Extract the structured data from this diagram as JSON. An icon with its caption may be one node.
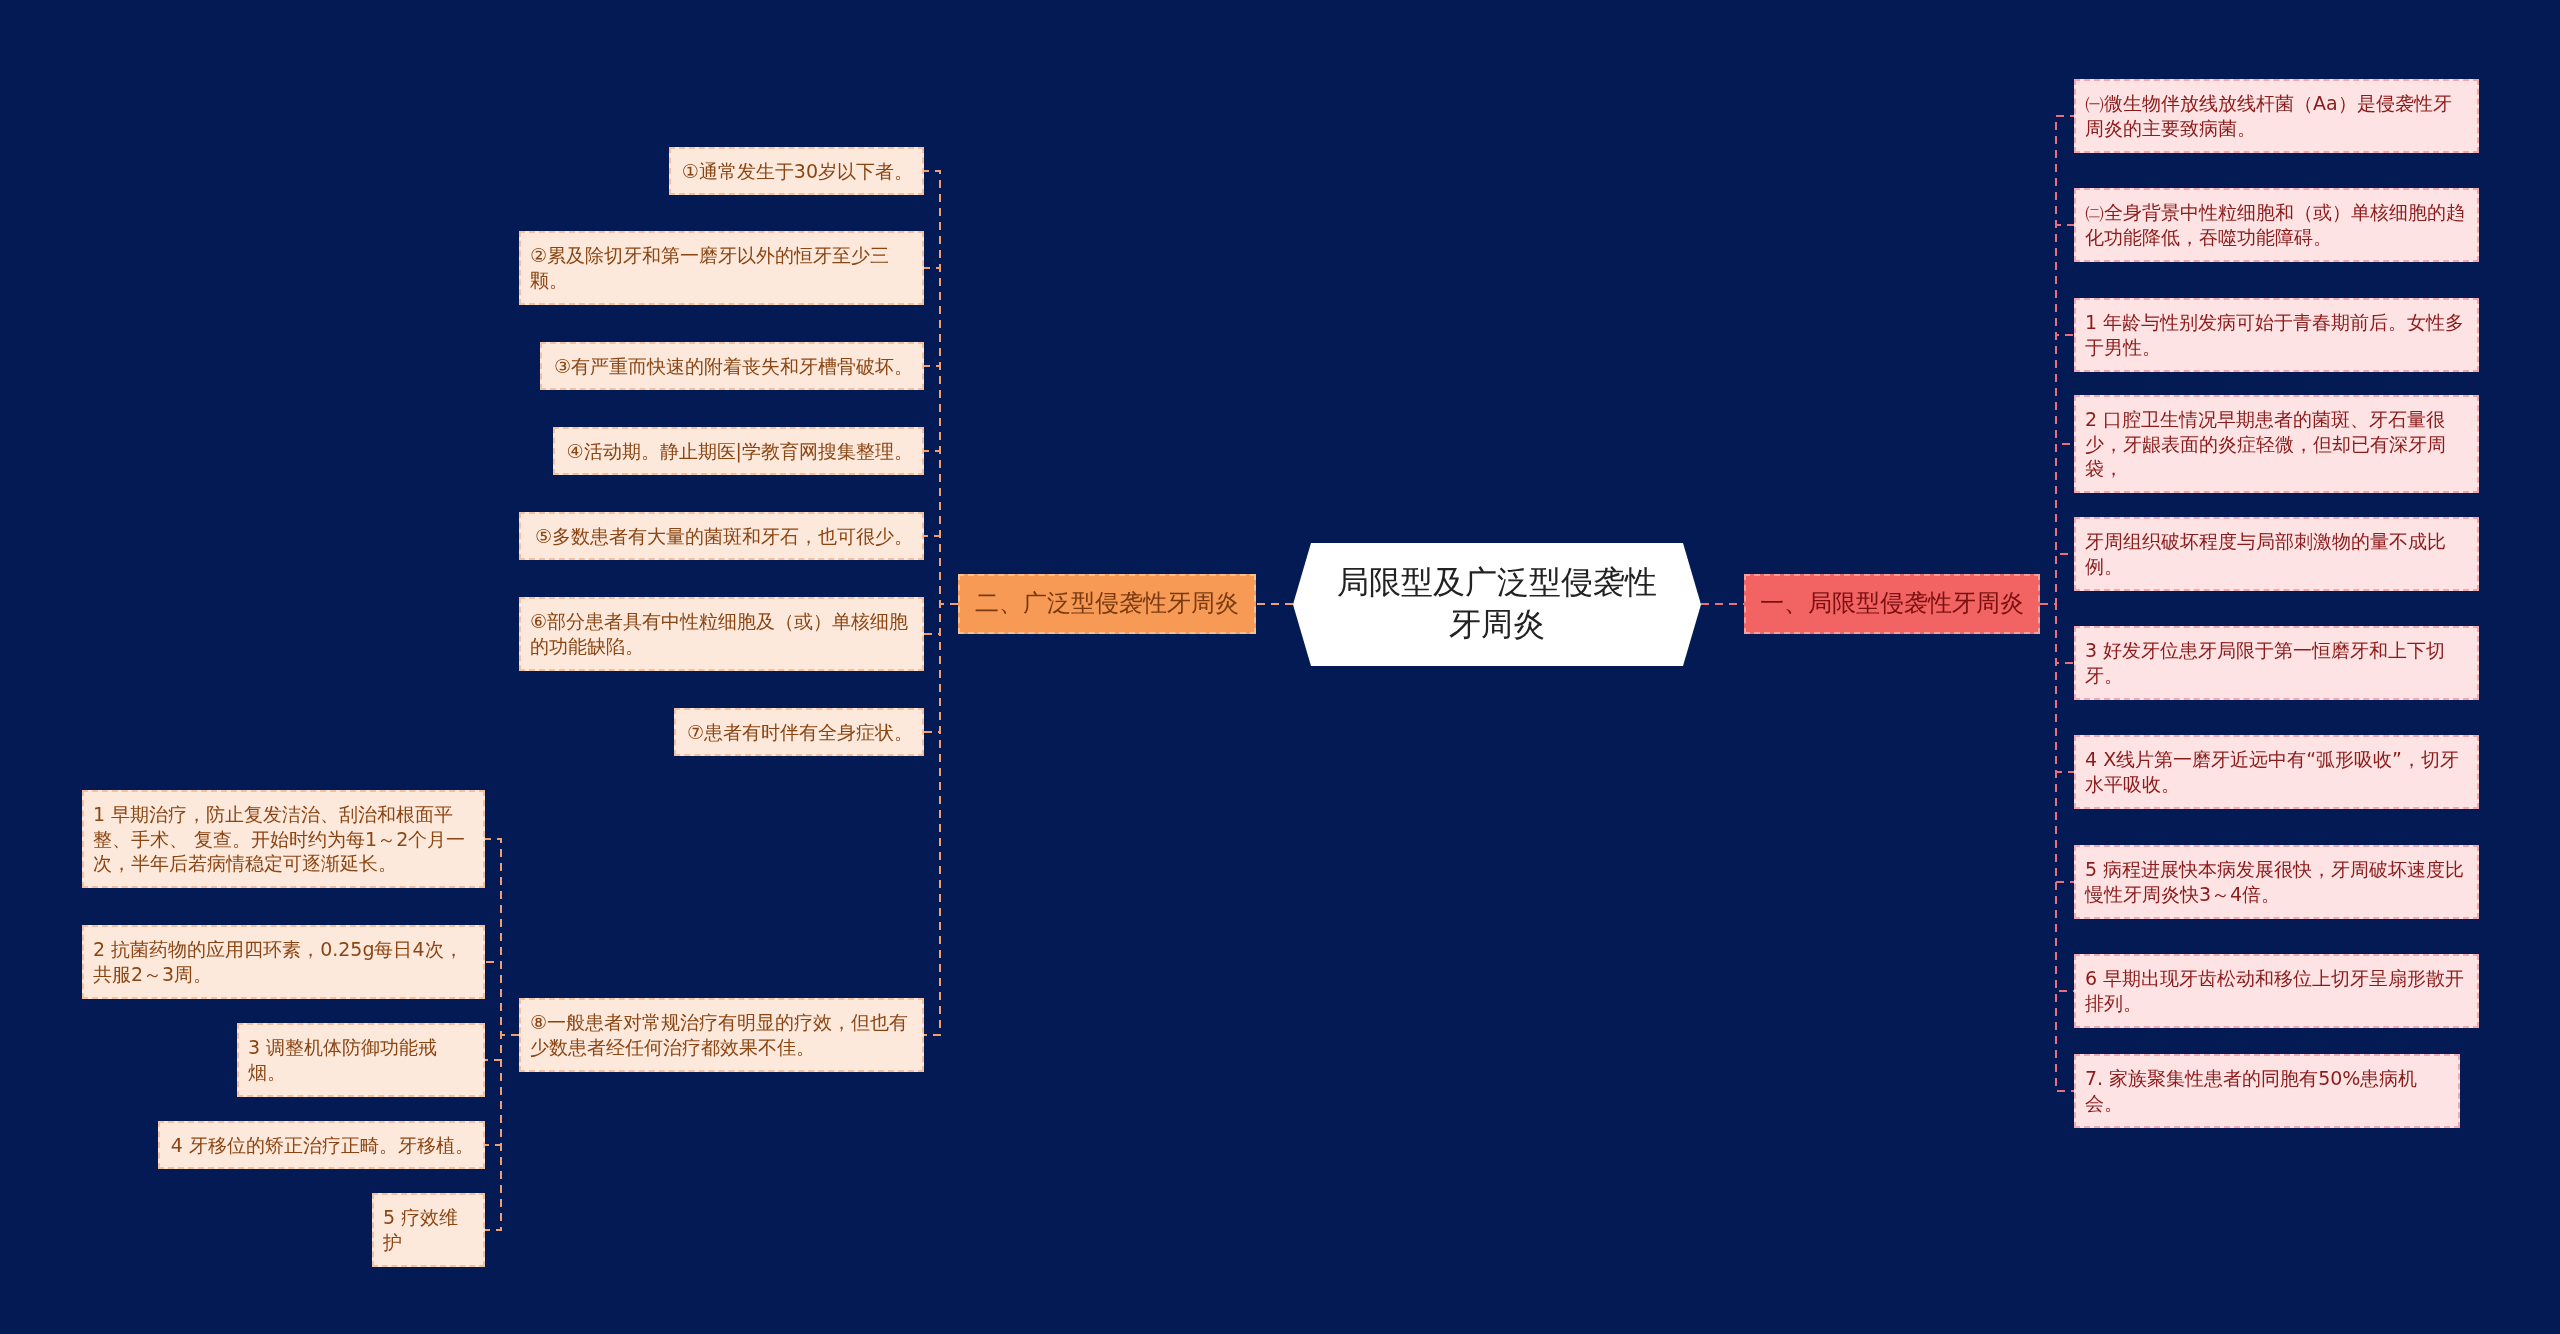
{
  "diagram": {
    "nodes": [
      {
        "text": [
          "局限型及广泛型侵袭性牙周炎"
        ]
      },
      {
        "text": [
          "一、局限型侵袭性牙周炎"
        ]
      },
      {
        "text": [
          "㈠微生物伴放线放线杆菌（Aa）是侵袭性牙周炎的主要致病菌。"
        ]
      },
      {
        "text": [
          "㈡全身背景中性粒细胞和（或）单核细胞的趋化功能降低，吞噬功能障碍。"
        ]
      },
      {
        "text": [
          "1 年龄与性别发病可始于青春期前后。女性多于男性。"
        ]
      },
      {
        "text": [
          "2 口腔卫生情况早期患者的菌斑、牙石量很少，牙龈表面的炎症轻微，但却已有深牙周袋，"
        ]
      },
      {
        "text": [
          "牙周组织破坏程度与局部刺激物的量不成比例。"
        ]
      },
      {
        "text": [
          "3 好发牙位患牙局限于第一恒磨牙和上下切牙。"
        ]
      },
      {
        "text": [
          "4 X线片第一磨牙近远中有“弧形吸收”，切牙水平吸收。"
        ]
      },
      {
        "text": [
          "5 病程进展快本病发展很快，牙周破坏速度比慢性牙周炎快3～4倍。"
        ]
      },
      {
        "text": [
          "6 早期出现牙齿松动和移位上切牙呈扇形散开排列。"
        ]
      },
      {
        "text": [
          "7. 家族聚集性患者的同胞有50%患病机会。"
        ]
      },
      {
        "text": [
          "二、广泛型侵袭性牙周炎"
        ]
      },
      {
        "text": [
          "①通常发生于30岁以下者。"
        ]
      },
      {
        "text": [
          "②累及除切牙和第一磨牙以外的恒牙至少三颗。"
        ]
      },
      {
        "text": [
          "③有严重而快速的附着丧失和牙槽骨破坏。"
        ]
      },
      {
        "text": [
          "④活动期。静止期医|学教育网搜集整理。"
        ]
      },
      {
        "text": [
          "⑤多数患者有大量的菌斑和牙石，也可很少。"
        ]
      },
      {
        "text": [
          "⑥部分患者具有中性粒细胞及（或）单核细胞的功能缺陷。"
        ]
      },
      {
        "text": [
          "⑦患者有时伴有全身症状。"
        ]
      },
      {
        "text": [
          "⑧一般患者对常规治疗有明显的疗效，但也有少数患者经任何治疗都效果不佳。"
        ]
      },
      {
        "text": [
          "1 早期治疗，防止复发洁治、刮治和根面平整、手术、 复查。开始时约为每1～2个月一次，半年后若病情稳定可逐渐延长。"
        ]
      },
      {
        "text": [
          "2 抗菌药物的应用四环素，0.25g每日4次，共服2～3周。"
        ]
      },
      {
        "text": [
          "3 调整机体防御功能戒烟。"
        ]
      },
      {
        "text": [
          "4 牙移位的矫正治疗正畸。牙移植。"
        ]
      },
      {
        "text": [
          "5 疗效维护"
        ]
      }
    ],
    "edges": [
      {
        "from": 0,
        "to": 1,
        "arrow": "none",
        "color": "#e8707a"
      },
      {
        "from": 1,
        "to": 2,
        "arrow": "none",
        "color": "#e8707a"
      },
      {
        "from": 1,
        "to": 3,
        "arrow": "none",
        "color": "#e8707a"
      },
      {
        "from": 1,
        "to": 4,
        "arrow": "none",
        "color": "#e8707a"
      },
      {
        "from": 1,
        "to": 5,
        "arrow": "none",
        "color": "#e8707a"
      },
      {
        "from": 1,
        "to": 6,
        "arrow": "none",
        "color": "#e8707a"
      },
      {
        "from": 1,
        "to": 7,
        "arrow": "none",
        "color": "#e8707a"
      },
      {
        "from": 1,
        "to": 8,
        "arrow": "none",
        "color": "#e8707a"
      },
      {
        "from": 1,
        "to": 9,
        "arrow": "none",
        "color": "#e8707a"
      },
      {
        "from": 1,
        "to": 10,
        "arrow": "none",
        "color": "#e8707a"
      },
      {
        "from": 1,
        "to": 11,
        "arrow": "none",
        "color": "#e8707a"
      },
      {
        "from": 0,
        "to": 12,
        "arrow": "none"
      },
      {
        "from": 12,
        "to": 13,
        "arrow": "none"
      },
      {
        "from": 12,
        "to": 14,
        "arrow": "none"
      },
      {
        "from": 12,
        "to": 15,
        "arrow": "none"
      },
      {
        "from": 12,
        "to": 16,
        "arrow": "none"
      },
      {
        "from": 12,
        "to": 17,
        "arrow": "none"
      },
      {
        "from": 12,
        "to": 18,
        "arrow": "none"
      },
      {
        "from": 12,
        "to": 19,
        "arrow": "none"
      },
      {
        "from": 12,
        "to": 20,
        "arrow": "none"
      },
      {
        "from": 20,
        "to": 21,
        "arrow": "none"
      },
      {
        "from": 20,
        "to": 22,
        "arrow": "none"
      },
      {
        "from": 20,
        "to": 23,
        "arrow": "none"
      },
      {
        "from": 20,
        "to": 24,
        "arrow": "none"
      },
      {
        "from": 20,
        "to": 25,
        "arrow": "none"
      }
    ]
  }
}
